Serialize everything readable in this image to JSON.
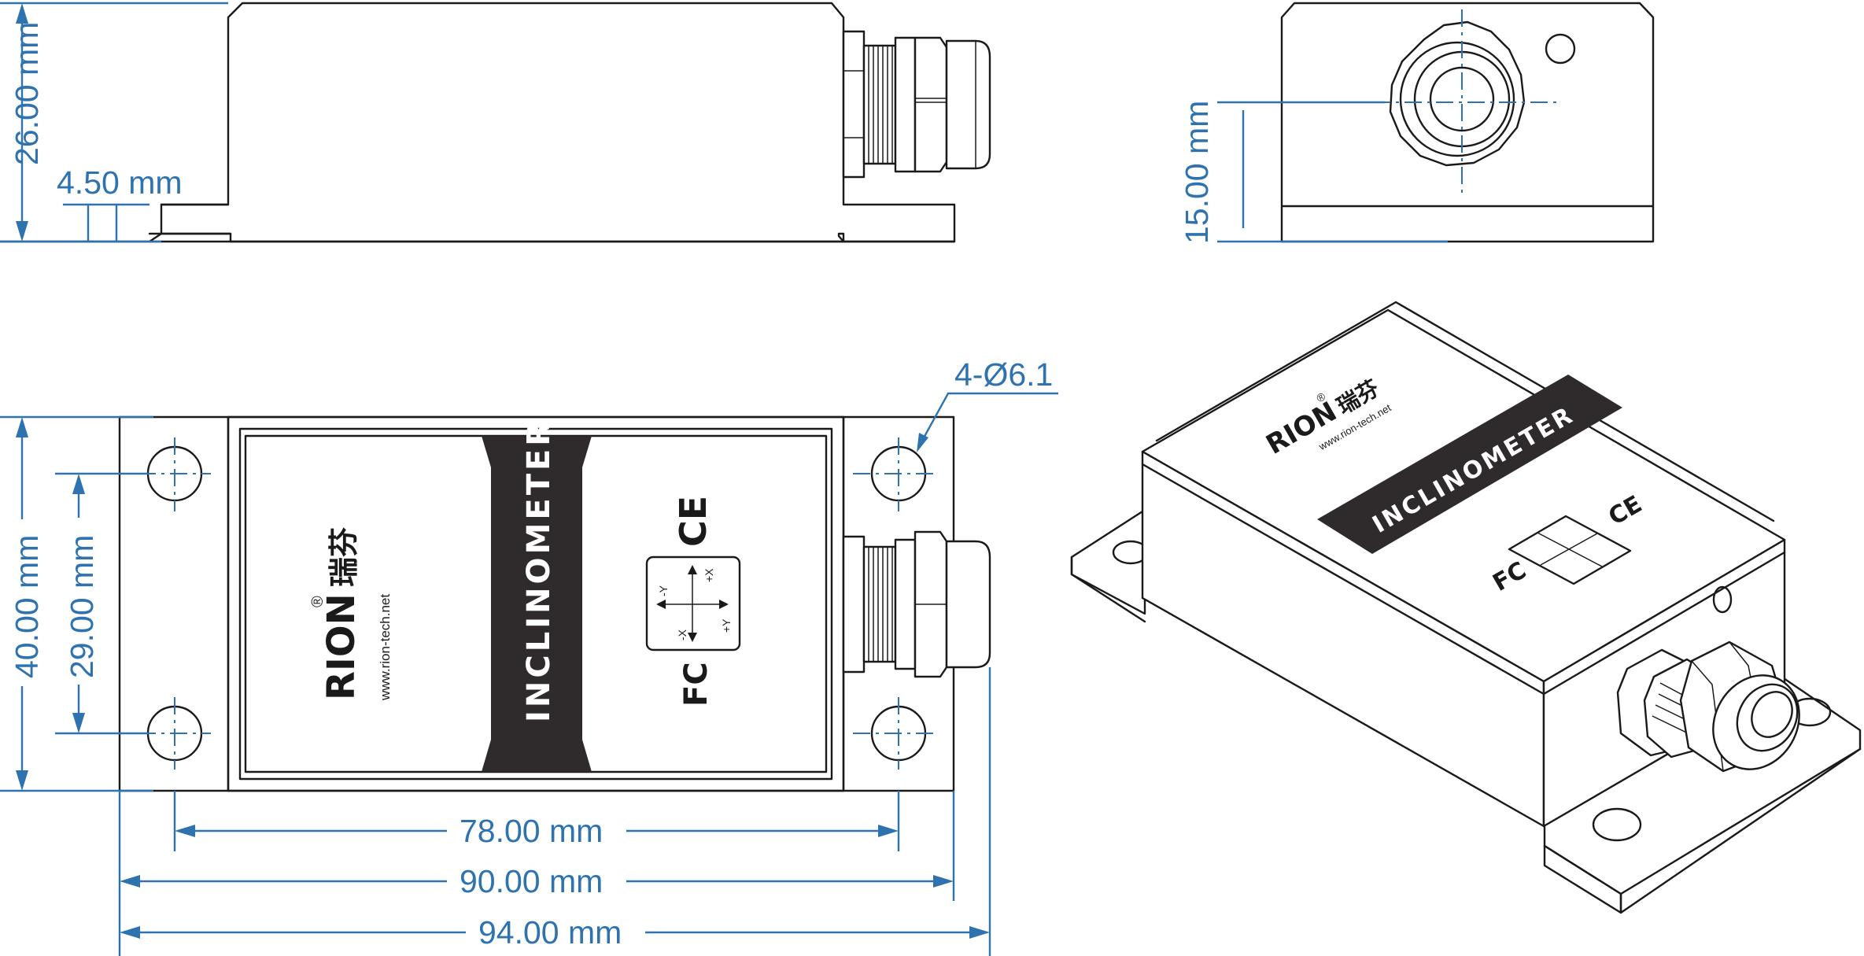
{
  "dimensions": {
    "height_26": "26.00 mm",
    "foot_4_5": "4.50 mm",
    "cable_height_15": "15.00 mm",
    "hole_note": "4-Ø6.1",
    "width_40": "40.00 mm",
    "hole_spacing_29": "29.00 mm",
    "hole_spacing_78": "78.00 mm",
    "length_90": "90.00 mm",
    "length_94": "94.00 mm"
  },
  "label": {
    "product": "INCLINOMETER",
    "brand": "RION",
    "brand_cn": "瑞芬",
    "registered": "®",
    "website": "www.rion-tech.net",
    "ce_mark": "CE",
    "fc_mark": "FC",
    "axis_neg_y": "-Y",
    "axis_pos_x": "+X",
    "axis_neg_x": "-X",
    "axis_pos_y": "+Y"
  },
  "colors": {
    "dimension": "#2e73b0",
    "outline": "#1a1a1a",
    "label_band": "#2f2b2c"
  }
}
